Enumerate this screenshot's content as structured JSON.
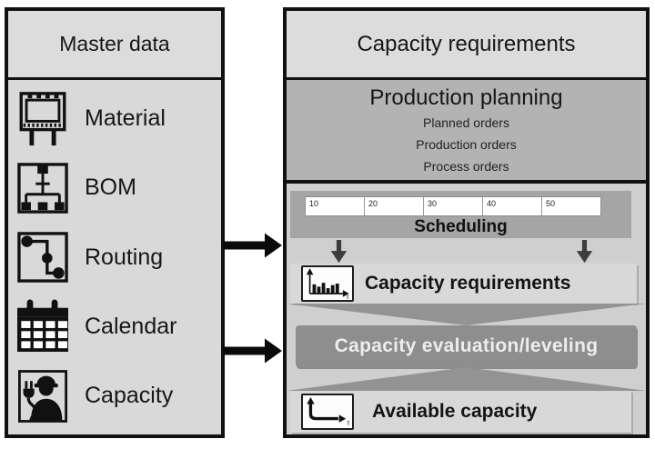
{
  "left_panel": {
    "title": "Master data",
    "items": [
      {
        "label": "Material",
        "icon": "material-icon"
      },
      {
        "label": "BOM",
        "icon": "bom-icon"
      },
      {
        "label": "Routing",
        "icon": "routing-icon"
      },
      {
        "label": "Calendar",
        "icon": "calendar-icon"
      },
      {
        "label": "Capacity",
        "icon": "capacity-icon"
      }
    ]
  },
  "right_panel": {
    "title": "Capacity requirements",
    "production_planning": {
      "title": "Production planning",
      "orders": [
        "Planned orders",
        "Production orders",
        "Process orders"
      ]
    },
    "scheduling": {
      "cells": [
        "10",
        "20",
        "30",
        "40",
        "50"
      ],
      "label": "Scheduling"
    },
    "capacity_requirements": {
      "label": "Capacity requirements",
      "icon": "load-histogram-icon"
    },
    "capacity_evaluation": {
      "label": "Capacity evaluation/leveling"
    },
    "available_capacity": {
      "label": "Available capacity",
      "icon": "time-axis-icon"
    },
    "time_axis_label": "t"
  },
  "connectors": {
    "left_to_right_arrows": 2,
    "scheduling_down_arrows": 2
  },
  "colors": {
    "panel_bg": "#d9d9d9",
    "header_bg": "#dcdcdc",
    "planning_bg": "#b3b3b3",
    "band_bg": "#a5a5a5",
    "inner_bg": "#cfcfcf",
    "row_bg": "#d8d8d8",
    "eval_bg": "#8e8e8e",
    "funnel": "#939393",
    "ink": "#161616",
    "border": "#111111"
  }
}
